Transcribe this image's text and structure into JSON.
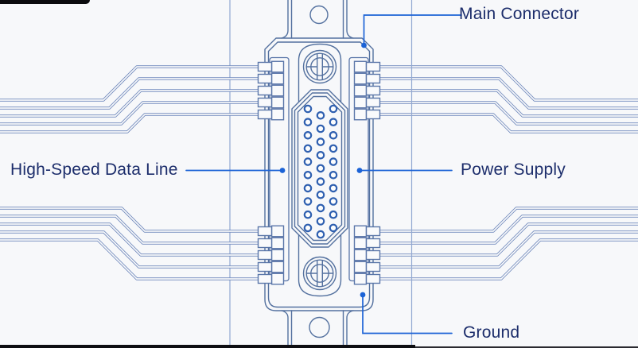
{
  "labels": {
    "main_connector": "Main Connector",
    "high_speed_data_line": "High-Speed Data Line",
    "power_supply": "Power Supply",
    "ground": "Ground"
  },
  "colors": {
    "background": "#f7f8fa",
    "body_line": "#54719f",
    "wire_line": "#7089bc",
    "rail_line": "#5a76a9",
    "pin_line": "#2e5fb0",
    "callout": "#1c63d6",
    "label_text": "#1c2d6b",
    "reference_line": "#93a9d2",
    "letterbox": "#0e0e12"
  },
  "connector": {
    "pin_columns": 3,
    "pins_per_column": 10,
    "total_pins": 30,
    "contact_groups": 4,
    "contacts_per_group": 5,
    "wires_per_group": 5
  }
}
